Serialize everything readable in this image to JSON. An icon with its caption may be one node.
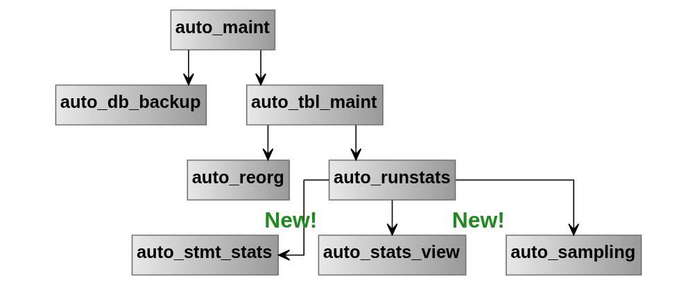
{
  "diagram": {
    "nodes": [
      {
        "text": [
          "auto_maint"
        ]
      },
      {
        "text": [
          "auto_db_backup"
        ]
      },
      {
        "text": [
          "auto_tbl_maint"
        ]
      },
      {
        "text": [
          "auto_reorg"
        ]
      },
      {
        "text": [
          "auto_runstats"
        ]
      },
      {
        "text": [
          "auto_stmt_stats"
        ]
      },
      {
        "text": [
          "auto_stats_view"
        ],
        "beside": [
          "New!"
        ]
      },
      {
        "text": [
          "auto_sampling"
        ],
        "beside": [
          "New!"
        ]
      }
    ],
    "edges": [
      {
        "from": 0,
        "to": 1,
        "arrow": "to"
      },
      {
        "from": 0,
        "to": 2,
        "arrow": "to"
      },
      {
        "from": 2,
        "to": 3,
        "arrow": "to"
      },
      {
        "from": 2,
        "to": 4,
        "arrow": "to"
      },
      {
        "from": 4,
        "to": 5,
        "arrow": "to"
      },
      {
        "from": 4,
        "to": 6,
        "arrow": "to"
      },
      {
        "from": 4,
        "to": 7,
        "arrow": "to"
      }
    ]
  }
}
